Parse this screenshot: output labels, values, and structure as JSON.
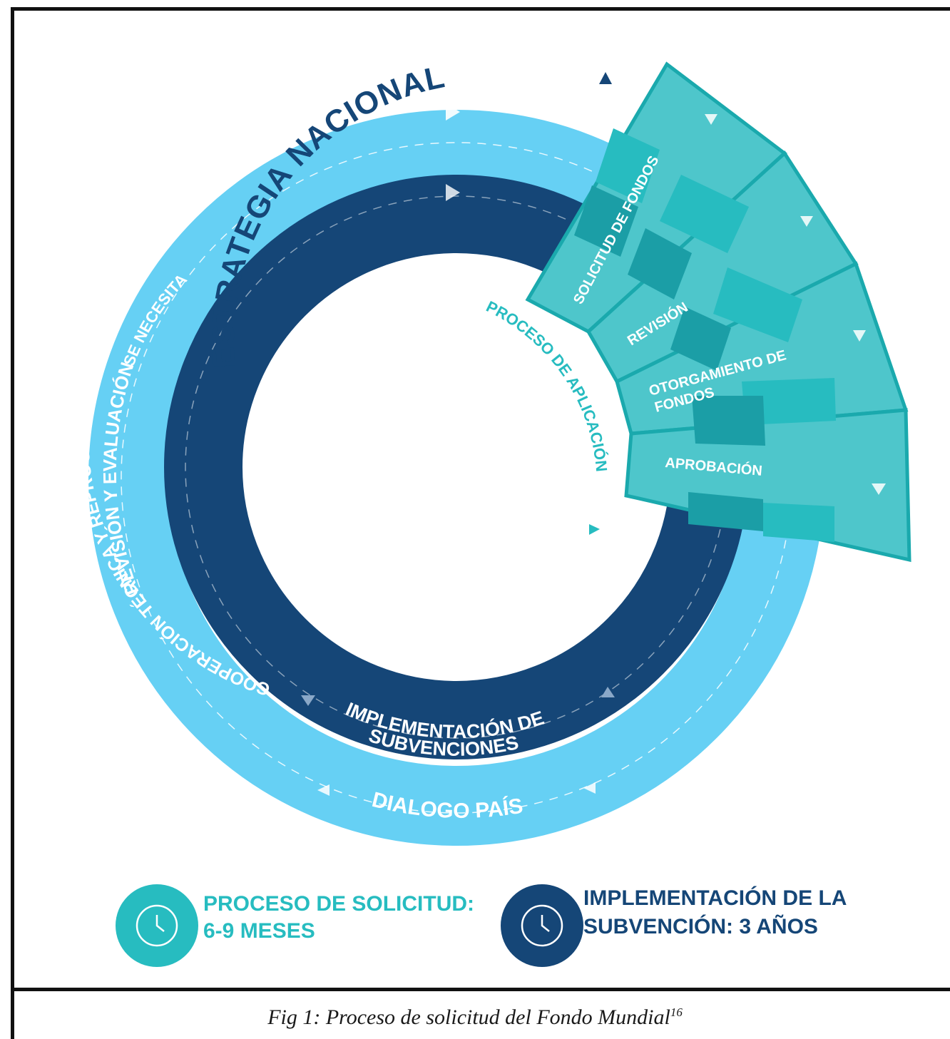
{
  "diagram": {
    "outer_ring_top": "ESTRATEGIA NACIONAL",
    "outer_ring_left": "REVISIÓN Y EVALUACIÓN",
    "outer_ring_bottom": "DIALOGO PAÍS",
    "inner_ring_arc": "COOPERACIÓN TÉCNICA Y REPROGRAMACIÓN SEGÚN",
    "inner_ring_arc_2": "SE NECESITA",
    "inner_ring_bottom_1": "IMPLEMENTACIÓN DE",
    "inner_ring_bottom_2": "SUBVENCIONES",
    "process_arc": "PROCESO DE APLICACIÓN",
    "sector_1": "SOLICITUD DE FONDOS",
    "sector_2": "REVISIÓN",
    "sector_3_line1": "OTORGAMIENTO DE",
    "sector_3_line2": "FONDOS",
    "sector_4": "APROBACIÓN"
  },
  "legend": {
    "application_line1": "PROCESO DE SOLICITUD:",
    "application_line2": "6-9 MESES",
    "implementation_line1": "IMPLEMENTACIÓN DE LA",
    "implementation_line2": "SUBVENCIÓN: 3 AÑOS"
  },
  "caption": {
    "text": "Fig 1: Proceso de solicitud del Fondo Mundial",
    "footnote": "16"
  },
  "colors": {
    "light_blue": "#66d0f4",
    "navy": "#154677",
    "teal": "#4ec6cb",
    "teal_border": "#1aa9ad",
    "teal_text": "#27bcc0"
  }
}
